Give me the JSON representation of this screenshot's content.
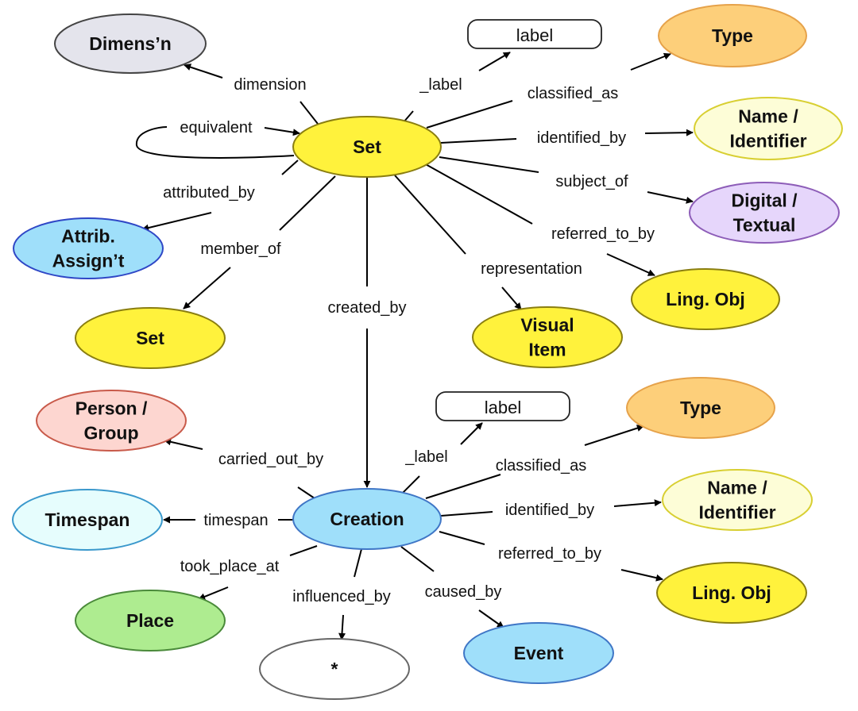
{
  "colors": {
    "yellow": "#fff23c",
    "orange": "#fdcf7a",
    "pale_yellow": "#fdfdd7",
    "purple": "#e6d6fb",
    "blue": "#9fdffa",
    "grey": "#e4e4ec",
    "pink": "#fdd6d0",
    "light_cyan": "#e6fdfd",
    "green": "#aeec90",
    "white": "#ffffff"
  },
  "nodes": {
    "dimension_node": [
      "Dimens’n"
    ],
    "label_top": [
      "label"
    ],
    "type_top": [
      "Type"
    ],
    "set_center": [
      "Set"
    ],
    "name_identifier_top": [
      "Name /",
      "Identifier"
    ],
    "digital_textual": [
      "Digital /",
      "Textual"
    ],
    "attrib_assignt": [
      "Attrib.",
      "Assign’t"
    ],
    "ling_obj_top": [
      "Ling. Obj"
    ],
    "set_member": [
      "Set"
    ],
    "visual_item": [
      "Visual",
      "Item"
    ],
    "person_group": [
      "Person /",
      "Group"
    ],
    "label_bottom": [
      "label"
    ],
    "type_bottom": [
      "Type"
    ],
    "creation": [
      "Creation"
    ],
    "name_identifier_bottom": [
      "Name /",
      "Identifier"
    ],
    "timespan": [
      "Timespan"
    ],
    "ling_obj_bottom": [
      "Ling. Obj"
    ],
    "place": [
      "Place"
    ],
    "event": [
      "Event"
    ],
    "star": [
      "*"
    ]
  },
  "edges": {
    "dimension": "dimension",
    "label_top": "_label",
    "classified_as_top": "classified_as",
    "equivalent": "equivalent",
    "identified_by_top": "identified_by",
    "attributed_by": "attributed_by",
    "subject_of": "subject_of",
    "member_of": "member_of",
    "referred_to_by_top": "referred_to_by",
    "representation": "representation",
    "created_by": "created_by",
    "label_bottom": "_label",
    "carried_out_by": "carried_out_by",
    "classified_as_bottom": "classified_as",
    "identified_by_bottom": "identified_by",
    "timespan": "timespan",
    "referred_to_by_bottom": "referred_to_by",
    "took_place_at": "took_place_at",
    "influenced_by": "influenced_by",
    "caused_by": "caused_by"
  }
}
